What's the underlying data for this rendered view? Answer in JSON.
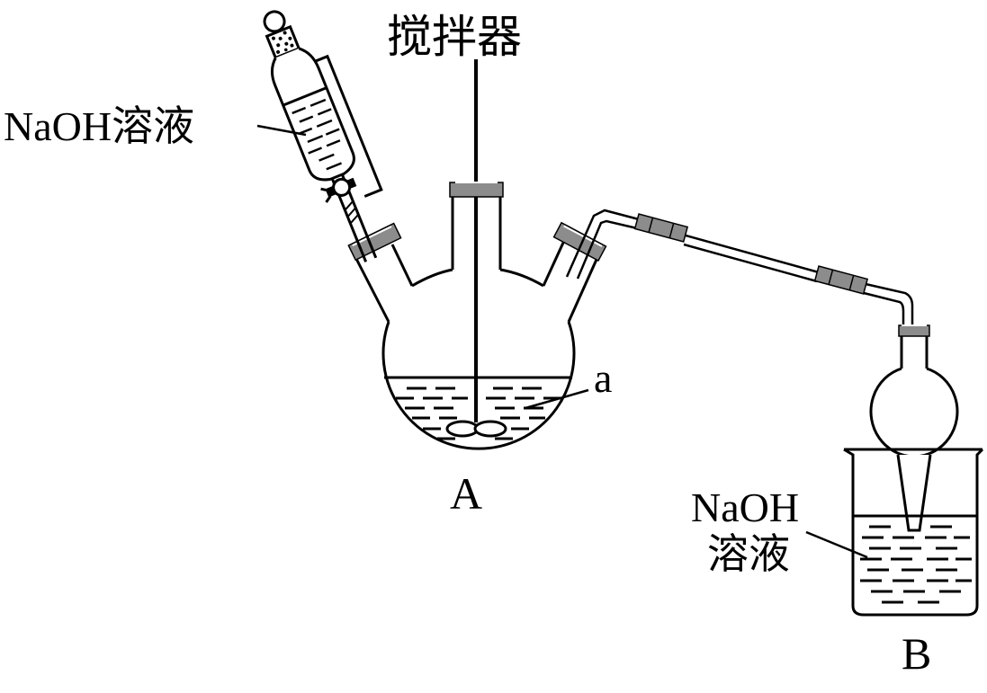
{
  "labels": {
    "stirrer": "搅拌器",
    "funnel_solution": "NaOH溶液",
    "liquid_a": "a",
    "flask_A": "A",
    "beaker_solution_line1": "NaOH",
    "beaker_solution_line2": "溶液",
    "beaker_B": "B"
  },
  "colors": {
    "line": "#000000",
    "stopper_gray": "#8c8c8c",
    "background": "#ffffff"
  }
}
